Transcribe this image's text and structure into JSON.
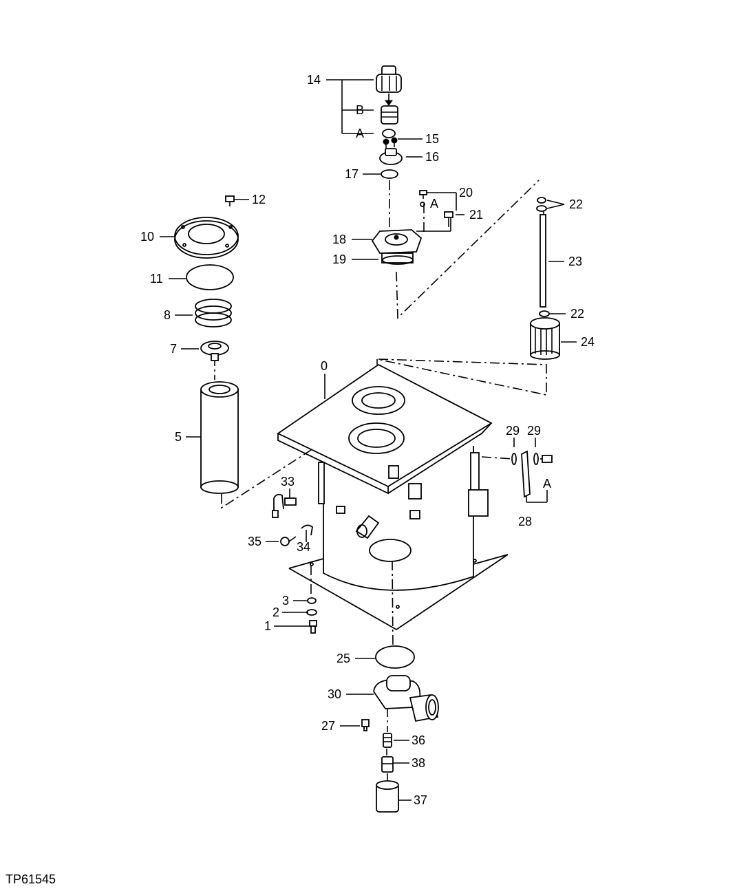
{
  "figure_id": "TP61545",
  "labels": [
    "14",
    "B",
    "A",
    "15",
    "16",
    "17",
    "20",
    "A",
    "21",
    "12",
    "10",
    "18",
    "19",
    "22",
    "23",
    "11",
    "8",
    "22",
    "7",
    "24",
    "0",
    "5",
    "29",
    "29",
    "33",
    "A",
    "28",
    "35",
    "34",
    "3",
    "2",
    "1",
    "25",
    "30",
    "27",
    "36",
    "38",
    "37"
  ]
}
